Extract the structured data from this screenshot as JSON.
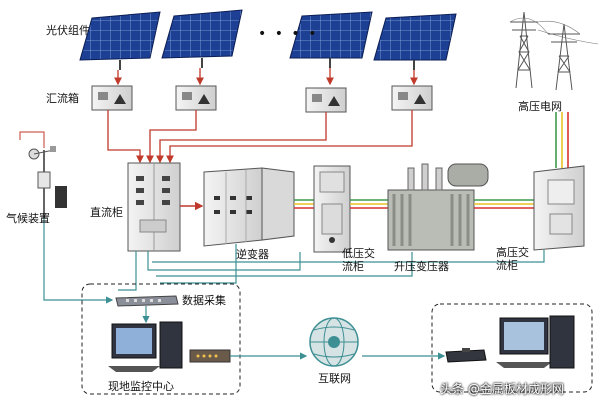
{
  "labels": {
    "pv_modules": "光伏组件",
    "combiner_box": "汇流箱",
    "grid": "高压电网",
    "weather_station": "气候装置",
    "dc_cabinet": "直流柜",
    "inverter": "逆变器",
    "lv_ac_cabinet": "低压交流柜",
    "step_up_transformer": "升压变压器",
    "hv_ac_cabinet": "高压交流柜",
    "data_acquisition": "数据采集",
    "local_monitoring": "现地监控中心",
    "internet": "互联网",
    "ellipsis": "• • • •"
  },
  "watermark": "头条 @金属板材成形网",
  "colors": {
    "ac_red": "#d6322c",
    "ac_yellow": "#e8c224",
    "ac_green": "#3f9a4a",
    "dc_red": "#c0392b",
    "data_teal": "#3e8f93",
    "panel_blue": "#1a3a8a",
    "dashed": "#222222"
  }
}
